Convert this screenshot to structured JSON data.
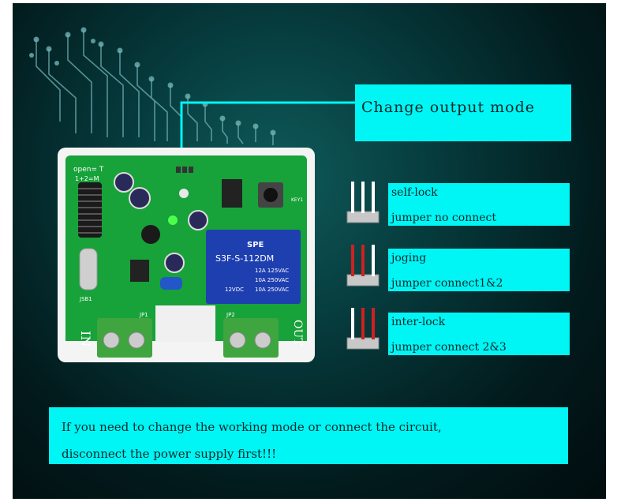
{
  "callout": {
    "title": "Change output mode"
  },
  "modes": [
    {
      "name": "self-lock",
      "desc": "jumper no connect",
      "pins": [
        "white",
        "white",
        "white"
      ]
    },
    {
      "name": "joging",
      "desc": "jumper connect1&2",
      "pins": [
        "red",
        "red",
        "white"
      ]
    },
    {
      "name": "inter-lock",
      "desc": "jumper connect 2&3",
      "pins": [
        "white",
        "red",
        "red"
      ]
    }
  ],
  "warning": {
    "line1": "If you need to change the working mode or connect the circuit,",
    "line2": "disconnect the power supply first!!!"
  },
  "board": {
    "relay_brand": "SPE",
    "relay_model": "S3F-S-112DM",
    "relay_specs": [
      "12A 125VAC",
      "10A 250VAC",
      "10A 250VAC"
    ],
    "relay_coil": "12VDC",
    "label_in": "IN",
    "label_out": "OUT",
    "jp1": "JP1",
    "jp2": "JP2",
    "jsb": "JSB1",
    "open_label": "open= T",
    "mode_label": "1+2=M",
    "key_label": "KEY1"
  },
  "colors": {
    "cyan": "#00f5f5",
    "pcb": "#17a23a",
    "terminal": "#3fa53f",
    "relay": "#1e3fb0"
  }
}
